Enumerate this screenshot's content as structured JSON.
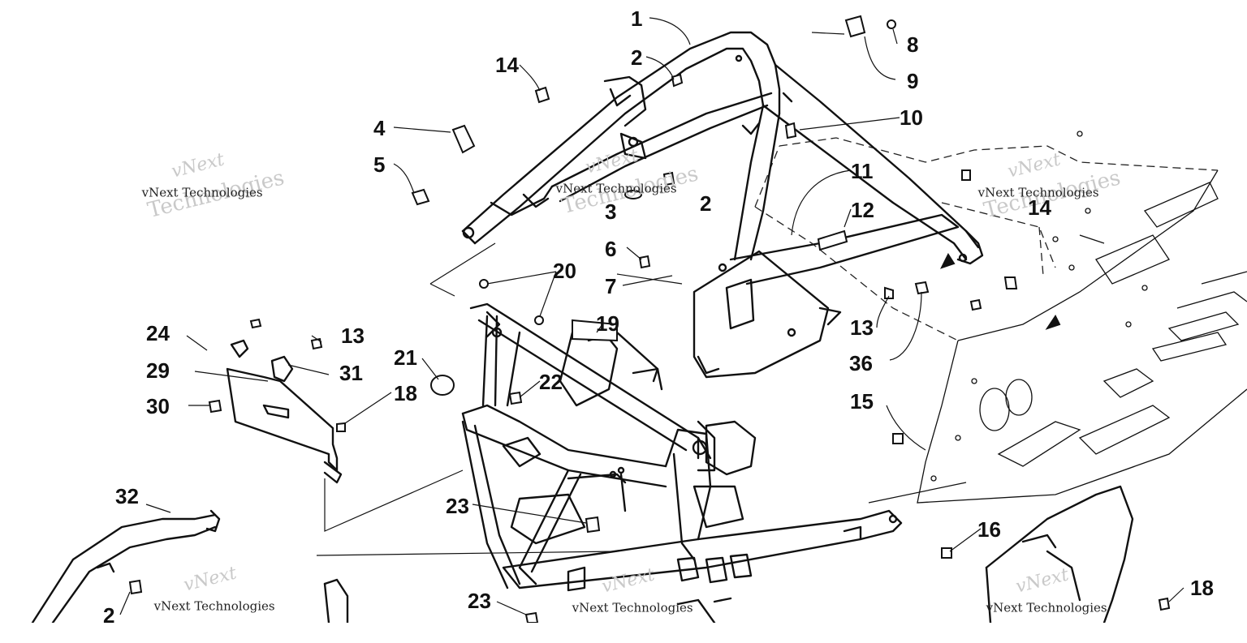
{
  "callouts": [
    {
      "id": "c1",
      "label": "1"
    },
    {
      "id": "c2a",
      "label": "2"
    },
    {
      "id": "c2b",
      "label": "2"
    },
    {
      "id": "c2c",
      "label": "2"
    },
    {
      "id": "c3",
      "label": "3"
    },
    {
      "id": "c4",
      "label": "4"
    },
    {
      "id": "c5",
      "label": "5"
    },
    {
      "id": "c6",
      "label": "6"
    },
    {
      "id": "c7",
      "label": "7"
    },
    {
      "id": "c8",
      "label": "8"
    },
    {
      "id": "c9",
      "label": "9"
    },
    {
      "id": "c10",
      "label": "10"
    },
    {
      "id": "c11",
      "label": "11"
    },
    {
      "id": "c12",
      "label": "12"
    },
    {
      "id": "c13a",
      "label": "13"
    },
    {
      "id": "c13b",
      "label": "13"
    },
    {
      "id": "c14a",
      "label": "14"
    },
    {
      "id": "c14b",
      "label": "14"
    },
    {
      "id": "c15",
      "label": "15"
    },
    {
      "id": "c16",
      "label": "16"
    },
    {
      "id": "c18a",
      "label": "18"
    },
    {
      "id": "c18b",
      "label": "18"
    },
    {
      "id": "c19",
      "label": "19"
    },
    {
      "id": "c20",
      "label": "20"
    },
    {
      "id": "c21",
      "label": "21"
    },
    {
      "id": "c22",
      "label": "22"
    },
    {
      "id": "c23a",
      "label": "23"
    },
    {
      "id": "c23b",
      "label": "23"
    },
    {
      "id": "c24",
      "label": "24"
    },
    {
      "id": "c29",
      "label": "29"
    },
    {
      "id": "c30",
      "label": "30"
    },
    {
      "id": "c31",
      "label": "31"
    },
    {
      "id": "c32",
      "label": "32"
    },
    {
      "id": "c36",
      "label": "36"
    }
  ],
  "watermark": {
    "line1": "vNext",
    "line2": "vNext Technologies",
    "line3": "Technologies"
  }
}
